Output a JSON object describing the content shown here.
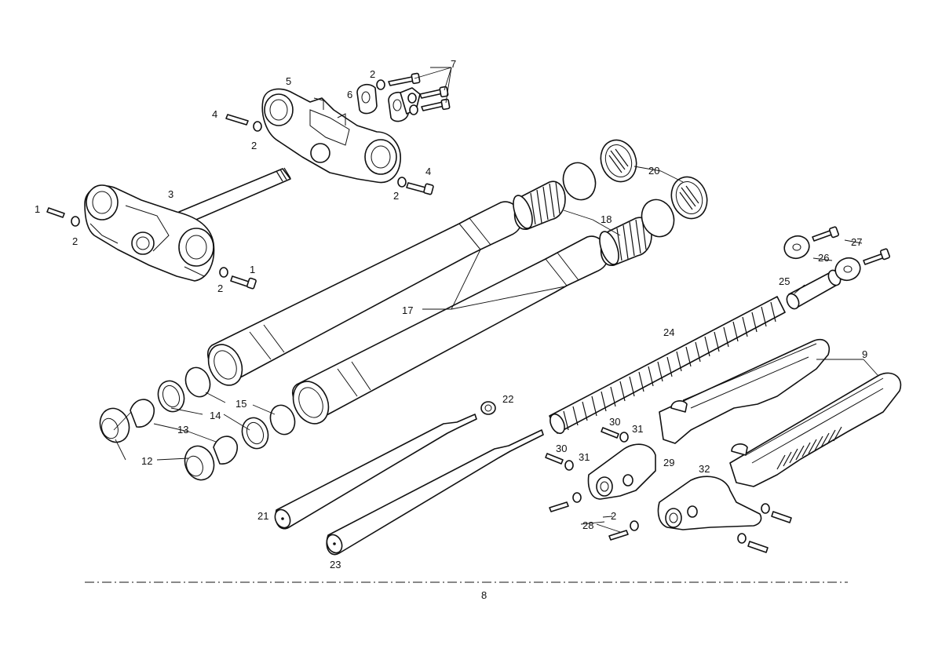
{
  "diagram": {
    "callouts": [
      "1",
      "2",
      "3",
      "4",
      "5",
      "6",
      "7",
      "9",
      "12",
      "13",
      "14",
      "15",
      "17",
      "18",
      "20",
      "21",
      "22",
      "23",
      "24",
      "25",
      "26",
      "27",
      "28",
      "29",
      "30",
      "31",
      "32"
    ],
    "footer_label": "8"
  }
}
